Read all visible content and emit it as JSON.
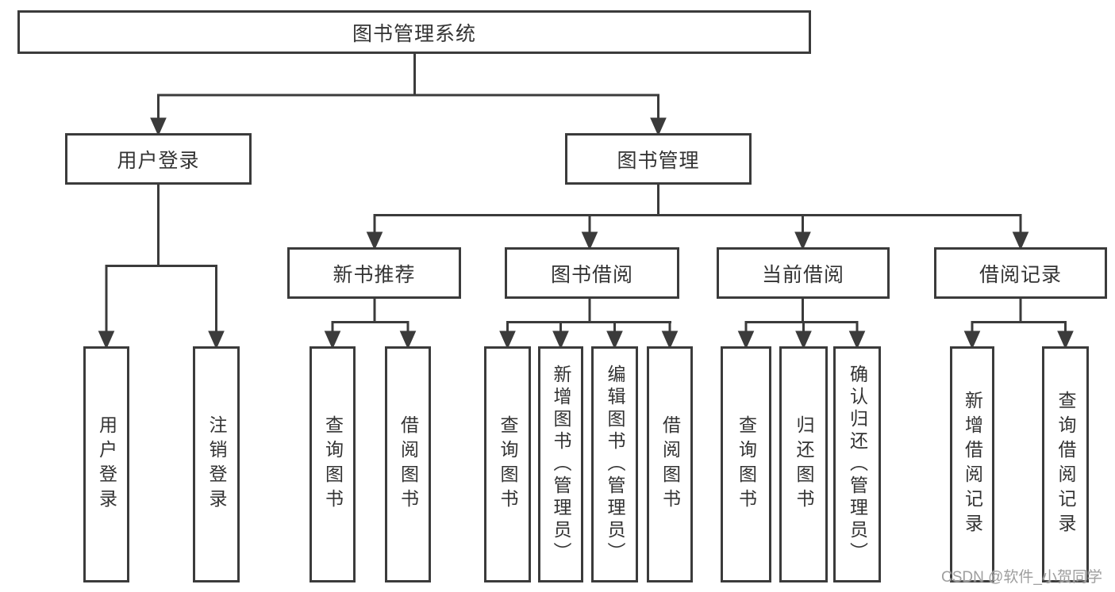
{
  "diagram_title": "图书管理系统",
  "tree": {
    "label": "图书管理系统",
    "children": [
      {
        "label": "用户登录",
        "children": [
          {
            "label": "用户登录"
          },
          {
            "label": "注销登录"
          }
        ]
      },
      {
        "label": "图书管理",
        "children": [
          {
            "label": "新书推荐",
            "children": [
              {
                "label": "查询图书"
              },
              {
                "label": "借阅图书"
              }
            ]
          },
          {
            "label": "图书借阅",
            "children": [
              {
                "label": "查询图书"
              },
              {
                "label": "新增图书（管理员）"
              },
              {
                "label": "编辑图书（管理员）"
              },
              {
                "label": "借阅图书"
              }
            ]
          },
          {
            "label": "当前借阅",
            "children": [
              {
                "label": "查询图书"
              },
              {
                "label": "归还图书"
              },
              {
                "label": "确认归还（管理员）"
              }
            ]
          },
          {
            "label": "借阅记录",
            "children": [
              {
                "label": "新增借阅记录"
              },
              {
                "label": "查询借阅记录"
              }
            ]
          }
        ]
      }
    ]
  },
  "watermark": "CSDN @软件_小贺同学",
  "colors": {
    "line": "#3b3b3b",
    "box_border": "#3b3b3b",
    "text": "#333333",
    "watermark": "#9e9e9e",
    "background": "#ffffff"
  }
}
